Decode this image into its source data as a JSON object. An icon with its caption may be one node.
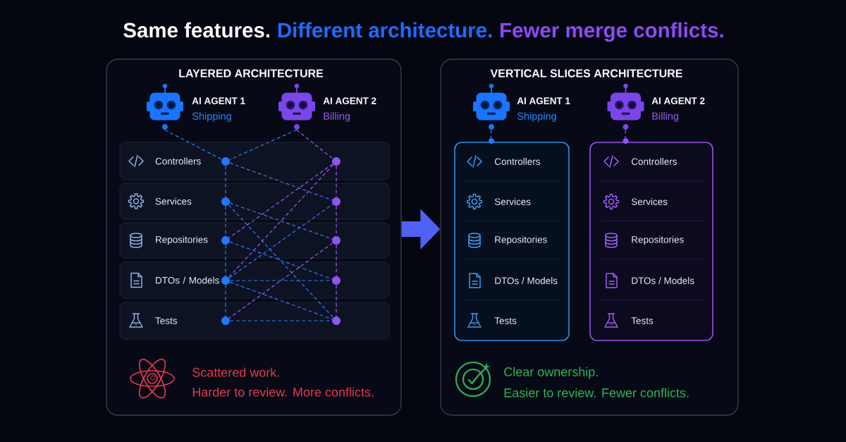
{
  "diagram": {
    "nodes": [
      {
        "text": [
          "LAYERED ARCHITECTURE"
        ]
      },
      {
        "text": [
          "AI AGENT 1",
          "Shipping"
        ],
        "in": 0
      },
      {
        "text": [
          "AI AGENT 2",
          "Billing"
        ],
        "in": 0
      },
      {
        "text": [
          "Controllers"
        ],
        "in": 0
      },
      {
        "text": [
          "Services"
        ],
        "in": 0
      },
      {
        "text": [
          "Repositories"
        ],
        "in": 0
      },
      {
        "text": [
          "DTOs / Models"
        ],
        "in": 0
      },
      {
        "text": [
          "Tests"
        ],
        "in": 0
      },
      {
        "text": [],
        "shape": "circle",
        "in": 3
      },
      {
        "text": [],
        "shape": "circle",
        "in": 4
      },
      {
        "text": [],
        "shape": "circle",
        "in": 5
      },
      {
        "text": [],
        "shape": "circle",
        "in": 6
      },
      {
        "text": [],
        "shape": "circle",
        "in": 7
      },
      {
        "text": [],
        "shape": "circle",
        "in": 3
      },
      {
        "text": [],
        "shape": "circle",
        "in": 4
      },
      {
        "text": [],
        "shape": "circle",
        "in": 5
      },
      {
        "text": [],
        "shape": "circle",
        "in": 6
      },
      {
        "text": [],
        "shape": "circle",
        "in": 7
      },
      {
        "text": [
          "VERTICAL SLICES ARCHITECTURE"
        ]
      },
      {
        "text": [
          "AI AGENT 1",
          "Shipping"
        ],
        "in": 18
      },
      {
        "text": [
          "AI AGENT 2",
          "Billing"
        ],
        "in": 18
      },
      {
        "text": [
          "Controllers",
          "Services",
          "Repositories",
          "DTOs / Models",
          "Tests"
        ],
        "in": 18
      },
      {
        "text": [
          "Controllers",
          "Services",
          "Repositories",
          "DTOs / Models",
          "Tests"
        ],
        "in": 18
      }
    ],
    "edges": [
      {
        "from": 1,
        "to": 8,
        "arrow": "none",
        "style": "dashed"
      },
      {
        "from": 2,
        "to": 8,
        "arrow": "none",
        "style": "dashed"
      },
      {
        "from": 2,
        "to": 13,
        "arrow": "none",
        "style": "dashed",
        "color": "#9b5cf6"
      },
      {
        "from": 8,
        "to": 9,
        "arrow": "none",
        "style": "dashed"
      },
      {
        "from": 9,
        "to": 10,
        "arrow": "none",
        "style": "dashed"
      },
      {
        "from": 10,
        "to": 11,
        "arrow": "none",
        "style": "dashed"
      },
      {
        "from": 11,
        "to": 12,
        "arrow": "none",
        "style": "dashed"
      },
      {
        "from": 13,
        "to": 14,
        "arrow": "none",
        "style": "dashed",
        "color": "#9b5cf6"
      },
      {
        "from": 14,
        "to": 15,
        "arrow": "none",
        "style": "dashed",
        "color": "#9b5cf6"
      },
      {
        "from": 15,
        "to": 16,
        "arrow": "none",
        "style": "dashed",
        "color": "#9b5cf6"
      },
      {
        "from": 16,
        "to": 17,
        "arrow": "none",
        "style": "dashed",
        "color": "#9b5cf6"
      },
      {
        "from": 8,
        "to": 14,
        "arrow": "none",
        "style": "dashed"
      },
      {
        "from": 9,
        "to": 15,
        "arrow": "none",
        "style": "dashed"
      },
      {
        "from": 9,
        "to": 17,
        "arrow": "none",
        "style": "dashed"
      },
      {
        "from": 10,
        "to": 16,
        "arrow": "none",
        "style": "dashed"
      },
      {
        "from": 11,
        "to": 17,
        "arrow": "none",
        "style": "dashed"
      },
      {
        "from": 11,
        "to": 16,
        "arrow": "none",
        "style": "dashed"
      },
      {
        "from": 12,
        "to": 17,
        "arrow": "none",
        "style": "dashed"
      },
      {
        "from": 11,
        "to": 14,
        "arrow": "none",
        "style": "dashed"
      },
      {
        "from": 13,
        "to": 10,
        "arrow": "none",
        "style": "dashed",
        "color": "#9b5cf6"
      },
      {
        "from": 13,
        "to": 11,
        "arrow": "none",
        "style": "dashed",
        "color": "#9b5cf6"
      },
      {
        "from": 15,
        "to": 12,
        "arrow": "none",
        "style": "dashed",
        "color": "#9b5cf6"
      },
      {
        "from": 19,
        "to": 21,
        "arrow": "none",
        "style": "dashed"
      },
      {
        "from": 20,
        "to": 22,
        "arrow": "none",
        "style": "dashed",
        "color": "#9b5cf6"
      },
      {
        "from": 0,
        "to": 18,
        "arrow": "to",
        "style": "thick",
        "color": "#4f62f5"
      }
    ],
    "labels": [
      "Same features.",
      "Different architecture.",
      "Fewer merge conflicts.",
      "Scattered work.",
      "Harder to review. More conflicts.",
      "Clear ownership.",
      "Easier to review. Fewer conflicts."
    ]
  }
}
